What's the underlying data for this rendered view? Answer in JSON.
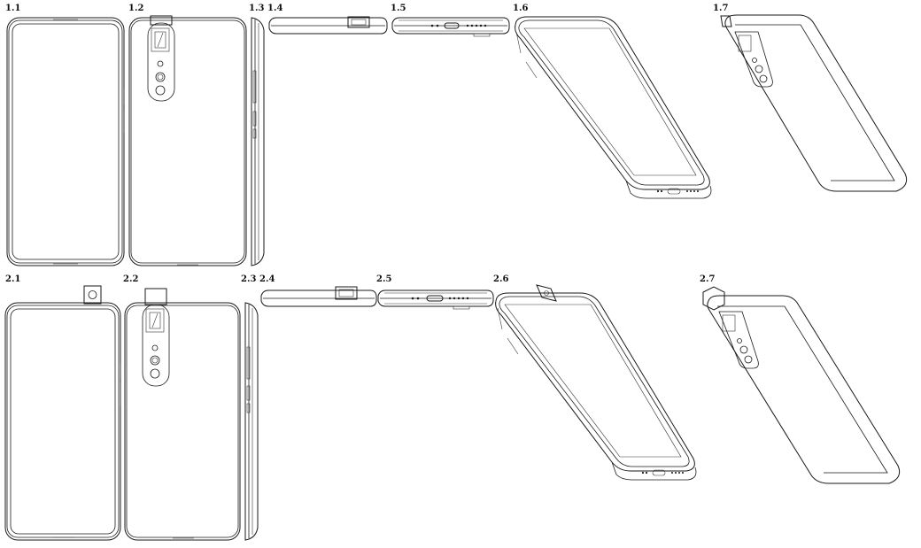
{
  "sheet": {
    "labels": {
      "f11": "1.1",
      "f12": "1.2",
      "f13": "1.3",
      "f14": "1.4",
      "f15": "1.5",
      "f16": "1.6",
      "f17": "1.7",
      "f21": "2.1",
      "f22": "2.2",
      "f23": "2.3",
      "f24": "2.4",
      "f25": "2.5",
      "f26": "2.6",
      "f27": "2.7"
    },
    "views": {
      "row1": "camera retracted",
      "row2": "camera extended"
    },
    "colors": {
      "line": "#1a1a1a",
      "background": "#ffffff"
    }
  }
}
